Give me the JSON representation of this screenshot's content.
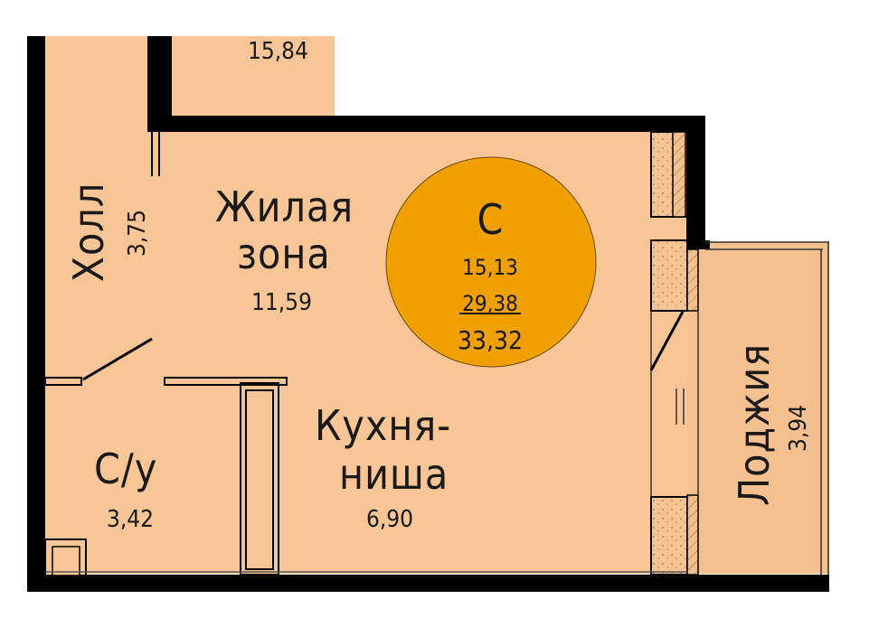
{
  "colors": {
    "floor": "#f8c596",
    "wall": "#000000",
    "badge": "#f0a000",
    "balcony": "#f5c08f",
    "hatch": "#e0b089"
  },
  "top_room": {
    "area": "15,84"
  },
  "hall": {
    "name": "Холл",
    "area": "3,75"
  },
  "living": {
    "name_line1": "Жилая",
    "name_line2": "зона",
    "area": "11,59"
  },
  "kitchen": {
    "name_line1": "Кухня-",
    "name_line2": "ниша",
    "area": "6,90"
  },
  "bathroom": {
    "name": "С/у",
    "area": "3,42"
  },
  "loggia": {
    "name": "Лоджия",
    "area": "3,94"
  },
  "badge": {
    "type": "С",
    "living_area": "15,13",
    "total_area": "29,38",
    "total_with_loggia": "33,32"
  }
}
